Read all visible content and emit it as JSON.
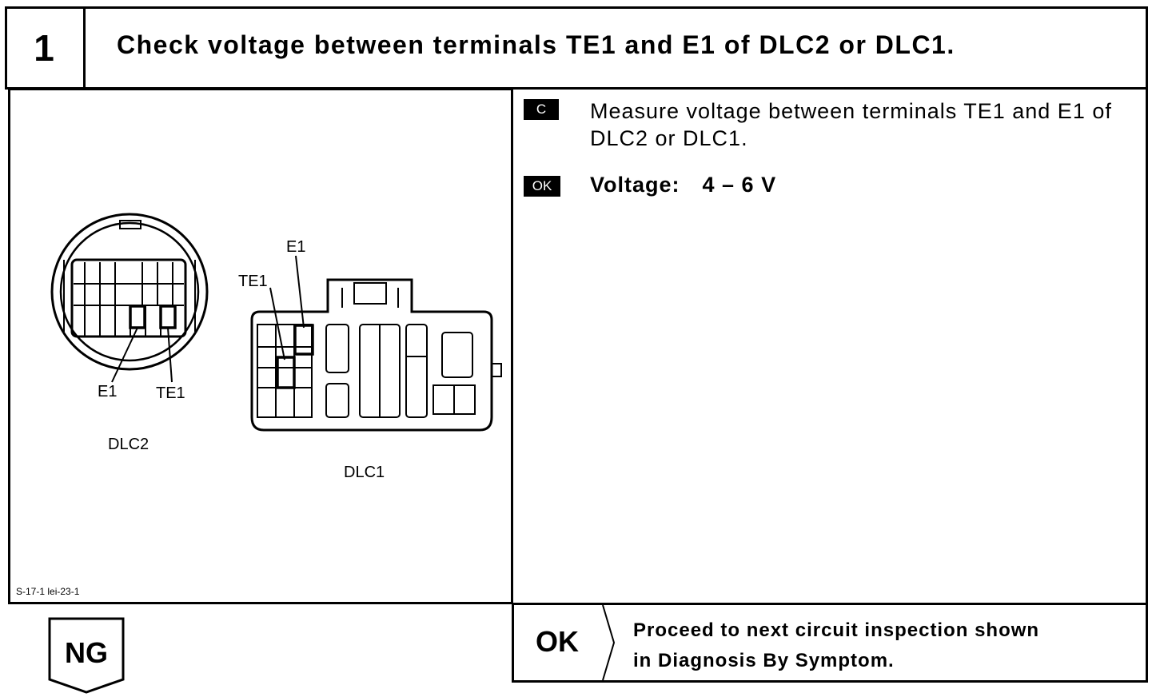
{
  "step": {
    "number": "1",
    "title": "Check voltage between terminals TE1 and E1 of DLC2 or DLC1."
  },
  "figure": {
    "dlc2_label": "DLC2",
    "dlc1_label": "DLC1",
    "dlc2_e1_label": "E1",
    "dlc2_te1_label": "TE1",
    "dlc1_e1_label": "E1",
    "dlc1_te1_label": "TE1",
    "code": "S-17-1 lei-23-1"
  },
  "instruction": {
    "badge": "C",
    "text": "Measure voltage between terminals TE1 and E1 of DLC2 or DLC1."
  },
  "spec": {
    "badge": "OK",
    "label": "Voltage:",
    "value": "4 – 6 V"
  },
  "ok_result": {
    "label": "OK",
    "text_line1": "Proceed to next circuit inspection shown",
    "text_line2": "in Diagnosis By Symptom."
  },
  "ng_result": {
    "label": "NG"
  }
}
